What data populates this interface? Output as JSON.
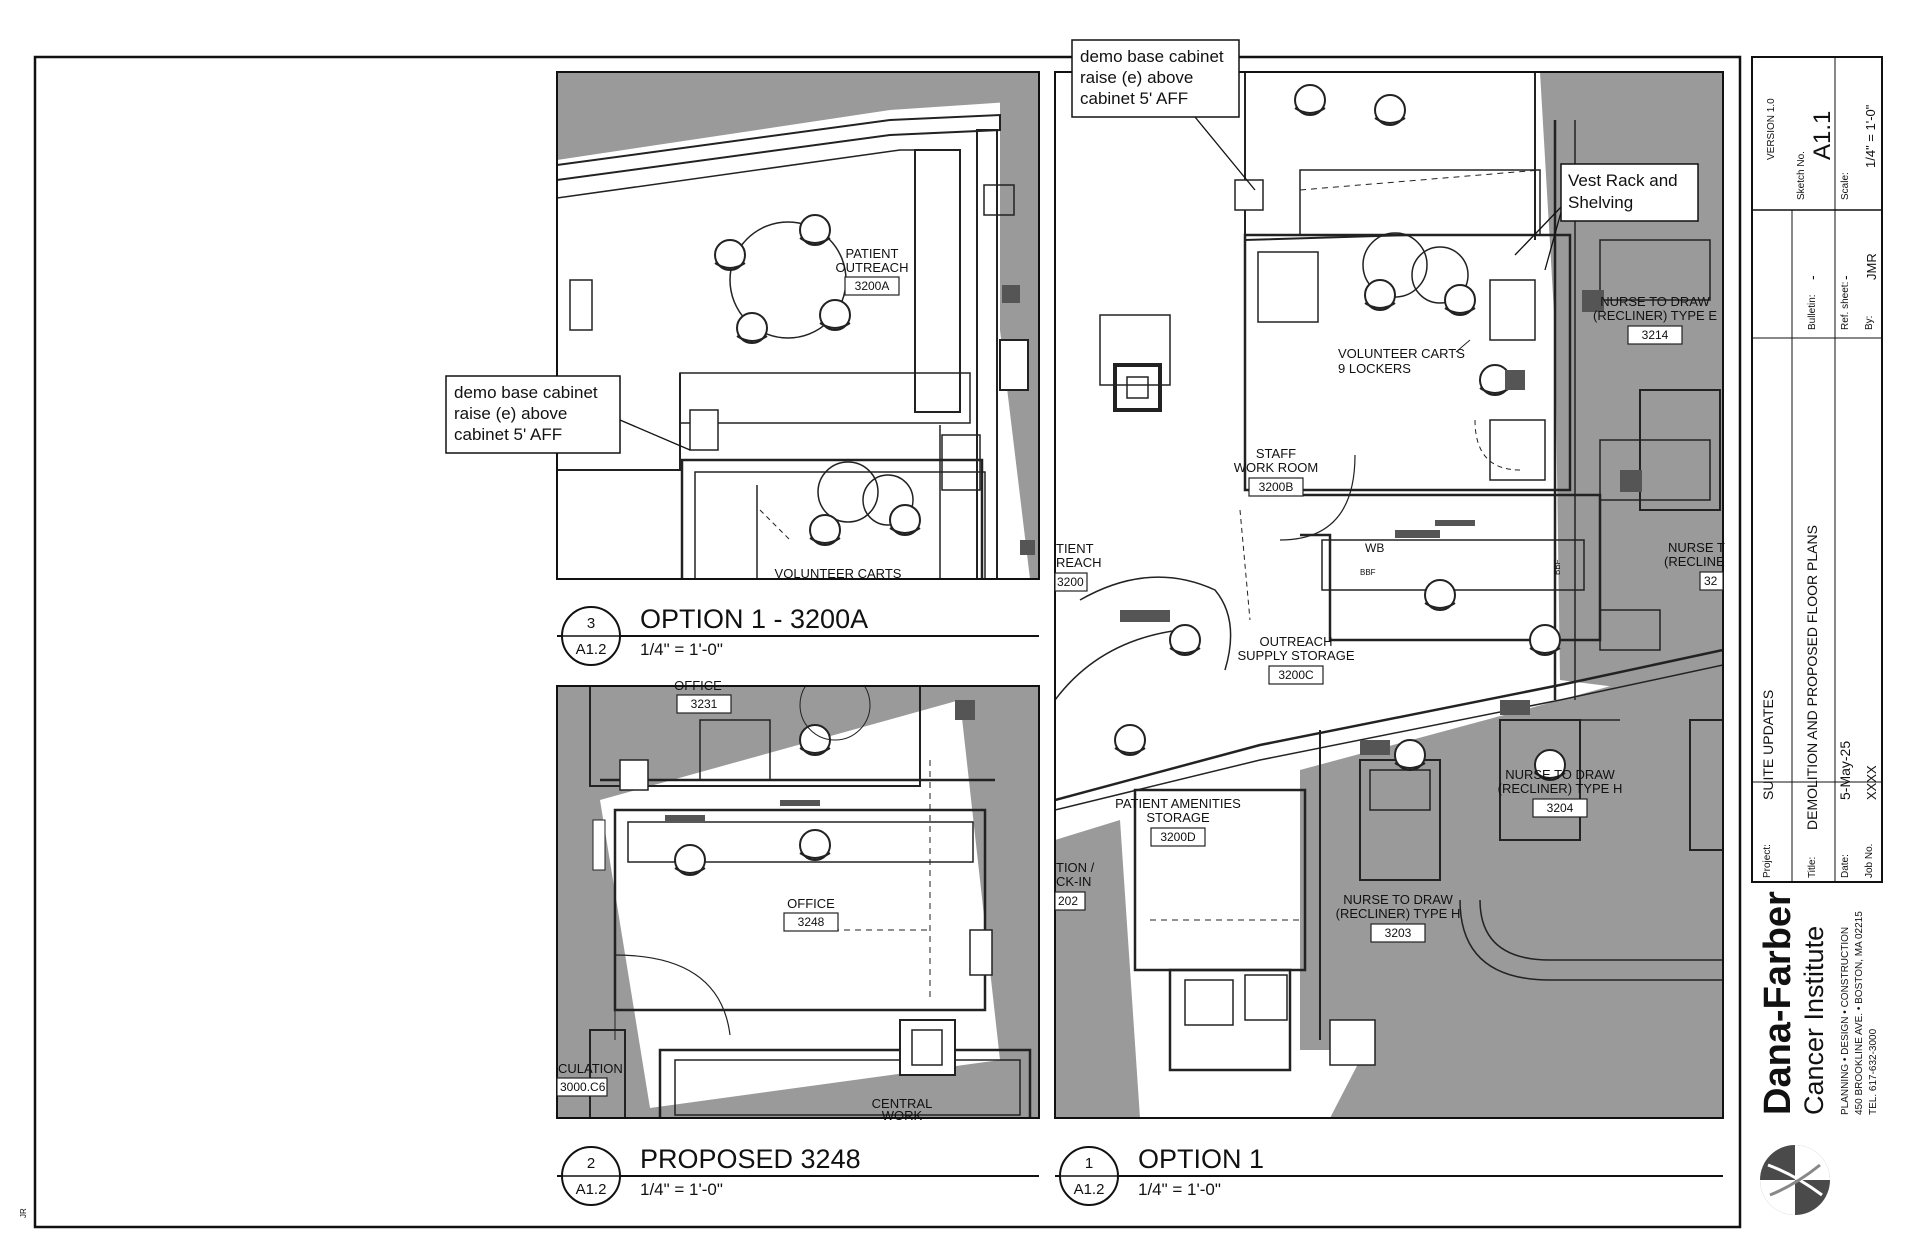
{
  "callouts": {
    "top": [
      "demo base cabinet",
      "raise (e) above",
      "cabinet 5' AFF"
    ],
    "left": [
      "demo base cabinet",
      "raise (e) above",
      "cabinet 5' AFF"
    ],
    "vest": [
      "Vest Rack and",
      "Shelving"
    ]
  },
  "details": [
    {
      "num": "3",
      "sheet": "A1.2",
      "title": "OPTION 1 - 3200A",
      "scale": "1/4\" = 1'-0\""
    },
    {
      "num": "2",
      "sheet": "A1.2",
      "title": "PROPOSED 3248",
      "scale": "1/4\" = 1'-0\""
    },
    {
      "num": "1",
      "sheet": "A1.2",
      "title": "OPTION 1",
      "scale": "1/4\" = 1'-0\""
    }
  ],
  "rooms": {
    "patient_outreach": {
      "name1": "PATIENT",
      "name2": "OUTREACH",
      "num": "3200A"
    },
    "volunteer_carts_a": {
      "name": "VOLUNTEER CARTS"
    },
    "office_3231": {
      "name": "OFFICE",
      "num": "3231"
    },
    "office_3248": {
      "name": "OFFICE",
      "num": "3248"
    },
    "circulation": {
      "name": "CULATION",
      "num": "3000.C6"
    },
    "central_work": {
      "name1": "CENTRAL",
      "name2": "WORK"
    },
    "staff_work_room": {
      "name1": "STAFF",
      "name2": "WORK ROOM",
      "num": "3200B"
    },
    "volunteer_carts_b": {
      "name1": "VOLUNTEER CARTS",
      "name2": "9 LOCKERS"
    },
    "outreach_supply": {
      "name1": "OUTREACH",
      "name2": "SUPPLY STORAGE",
      "num": "3200C"
    },
    "patient_amenities": {
      "name1": "PATIENT AMENITIES",
      "name2": "STORAGE",
      "num": "3200D"
    },
    "nurse_3214": {
      "name1": "NURSE TO DRAW",
      "name2": "(RECLINER) TYPE E",
      "num": "3214"
    },
    "nurse_3204": {
      "name1": "NURSE TO DRAW",
      "name2": "(RECLINER) TYPE H",
      "num": "3204"
    },
    "nurse_3203": {
      "name1": "NURSE TO DRAW",
      "name2": "(RECLINER) TYPE H",
      "num": "3203"
    },
    "nurse_partial": {
      "name1": "NURSE T",
      "name2": "(RECLINE",
      "num": "32"
    },
    "outreach_partial": {
      "name1": "TIENT",
      "name2": "REACH",
      "num": "3200"
    },
    "station_partial": {
      "name1": "TION /",
      "name2": "CK-IN",
      "num": "202"
    },
    "wb": "WB",
    "bbf": "BBF"
  },
  "title_block": {
    "version": "VERSION 1.0",
    "sketch_label": "Sketch No.",
    "sketch_no": "A1.1",
    "scale_label": "Scale:",
    "scale": "1/4\" = 1'-0\"",
    "project_label": "Project:",
    "project": "SUITE UPDATES",
    "bulletin_label": "Bulletin:",
    "bulletin": "-",
    "title_label": "Title:",
    "title": "DEMOLITION AND PROPOSED FLOOR PLANS",
    "ref_label": "Ref. sheet:",
    "ref": "-",
    "date_label": "Date:",
    "date": "5-May-25",
    "by_label": "By:",
    "by": "JMR",
    "job_label": "Job No.",
    "job": "XXXX"
  },
  "brand": {
    "name": "Dana-Farber",
    "sub": "Cancer Institute",
    "line1": "PLANNING • DESIGN • CONSTRUCTION",
    "line2": "450 BROOKLINE AVE. • BOSTON, MA 02215",
    "line3": "TEL. 617-632-3000"
  },
  "margin_note": "JR"
}
